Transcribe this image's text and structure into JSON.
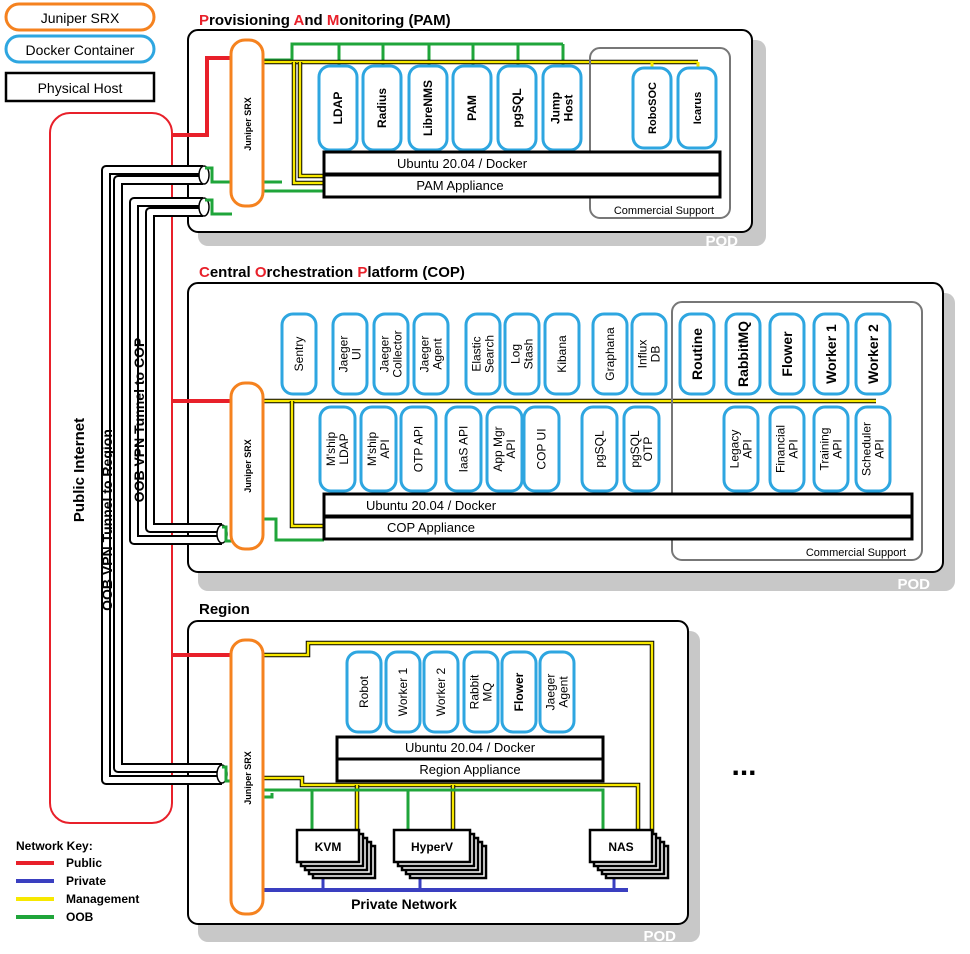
{
  "legend": {
    "juniper": "Juniper SRX",
    "docker": "Docker Container",
    "physical": "Physical Host"
  },
  "colors": {
    "public": "#e8202a",
    "private": "#3a3fc0",
    "management": "#f7e800",
    "oob": "#1fa53a",
    "srx_border": "#f5821f",
    "docker_border": "#2ea6e0",
    "pod_shadow": "#c8c8c8"
  },
  "pam": {
    "title_letters": [
      "P",
      "A",
      "M"
    ],
    "title_rest": [
      "rovisioning ",
      "nd ",
      "onitoring (PAM)"
    ],
    "srx": "Juniper SRX",
    "containers": [
      "LDAP",
      "Radius",
      "LibreNMS",
      "PAM",
      "pgSQL",
      "Jump Host"
    ],
    "commercial_containers": [
      "RoboSOC",
      "Icarus"
    ],
    "os_bar": "Ubuntu 20.04 / Docker",
    "appliance": "PAM Appliance",
    "commercial": "Commercial Support",
    "pod": "POD"
  },
  "cop": {
    "title_letters": [
      "C",
      "O",
      "P"
    ],
    "title_rest": [
      "entral ",
      "rchestration ",
      "latform (COP)"
    ],
    "srx": "Juniper SRX",
    "top_containers": [
      "Sentry",
      "Jaeger UI",
      "Jaeger Collector",
      "Jaeger Agent",
      "Elastic Search",
      "Log Stash",
      "Kibana",
      "Graphana",
      "Influx DB"
    ],
    "bottom_containers": [
      "M'ship LDAP",
      "M'ship API",
      "OTP API",
      "IaaS API",
      "App Mgr API",
      "COP UI",
      "pgSQL",
      "pgSQL OTP"
    ],
    "commercial_top": [
      "Routine",
      "RabbitMQ",
      "Flower",
      "Worker 1",
      "Worker 2"
    ],
    "commercial_bottom": [
      "Legacy API",
      "Financial API",
      "Training API",
      "Scheduler API"
    ],
    "os_bar": "Ubuntu 20.04 / Docker",
    "appliance": "COP Appliance",
    "commercial": "Commercial Support",
    "pod": "POD"
  },
  "region": {
    "title": "Region",
    "srx": "Juniper SRX",
    "containers": [
      "Robot",
      "Worker 1",
      "Worker 2",
      "Rabbit MQ",
      "Flower",
      "Jaeger Agent"
    ],
    "os_bar": "Ubuntu 20.04 / Docker",
    "appliance": "Region Appliance",
    "hosts": [
      "KVM",
      "HyperV",
      "NAS"
    ],
    "private_network": "Private Network",
    "pod": "POD"
  },
  "side_labels": {
    "public_internet": "Public Internet",
    "oob_region": "OOB VPN Tunnel to Region",
    "oob_cop": "OOB VPN Tunnel to COP"
  },
  "ellipsis": "...",
  "network_key": {
    "title": "Network Key:",
    "items": [
      "Public",
      "Private",
      "Management",
      "OOB"
    ]
  }
}
